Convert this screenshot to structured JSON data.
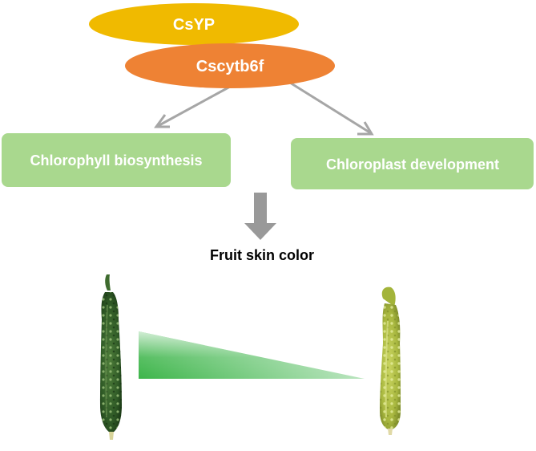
{
  "diagram": {
    "genes": {
      "top": "CsYP",
      "bottom": "Cscytb6f"
    },
    "processes": {
      "left": "Chlorophyll biosynthesis",
      "right": "Chloroplast development"
    },
    "outcome": "Fruit skin color"
  },
  "colors": {
    "csyp": "#F0BA00",
    "cscytb6f": "#EE8234",
    "process_box": "#A9D88E",
    "connector_arrow": "#A6A6A6",
    "down_arrow": "#999999",
    "gradient_dark": "#3DB54A",
    "gradient_light": "#FFFFFF",
    "dark_cucumber": "#2F5A26",
    "light_cucumber": "#A9B840"
  }
}
